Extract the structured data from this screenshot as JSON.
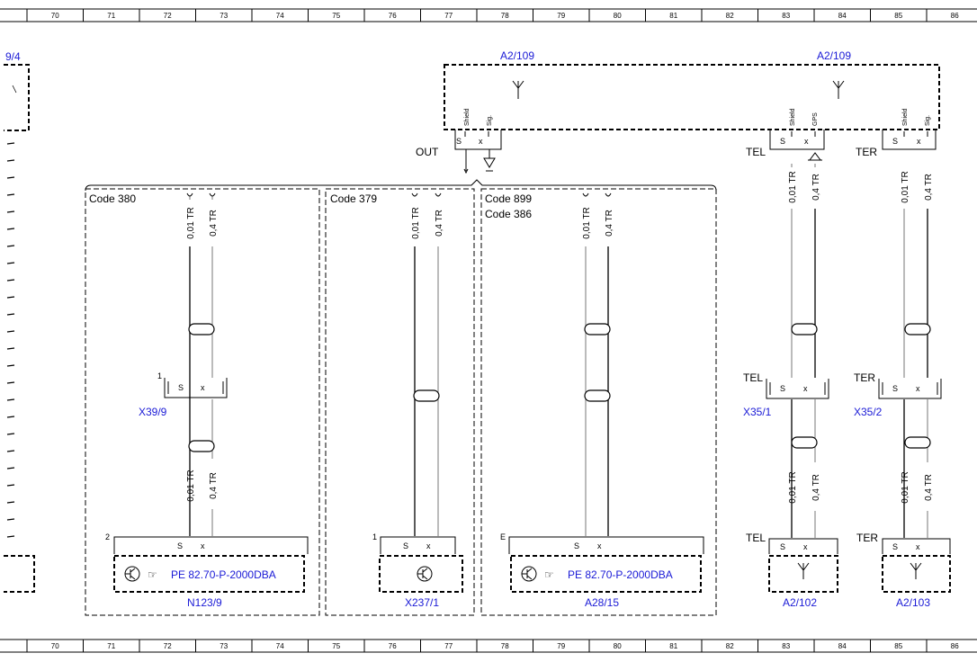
{
  "ruler": {
    "columns": [
      "70",
      "71",
      "72",
      "73",
      "74",
      "75",
      "76",
      "77",
      "78",
      "79",
      "80",
      "81",
      "82",
      "83",
      "84",
      "85",
      "86"
    ]
  },
  "edge": {
    "left_label": "9/4"
  },
  "components": {
    "a2_109_left": "A2/109",
    "a2_109_right": "A2/109",
    "x39_9": "X39/9",
    "x35_1": "X35/1",
    "x35_2": "X35/2",
    "n123_9": "N123/9",
    "x237_1": "X237/1",
    "a28_15": "A28/15",
    "a2_102": "A2/102",
    "a2_103": "A2/103"
  },
  "codes": {
    "code380": "Code 380",
    "code379": "Code 379",
    "code899": "Code 899",
    "code386": "Code 386"
  },
  "labels": {
    "out": "OUT",
    "tel": "TEL",
    "ter": "TER",
    "shield": "Shield",
    "sig": "Sig.",
    "gps": "GPS",
    "pin_s": "S",
    "pin_x": "x",
    "pin_1": "1",
    "pin_2": "2",
    "pin_e": "E"
  },
  "wires": {
    "w001": "0,01 TR",
    "w04": "0,4 TR"
  },
  "references": {
    "pe_ref": "PE 82.70-P-2000DBA"
  }
}
